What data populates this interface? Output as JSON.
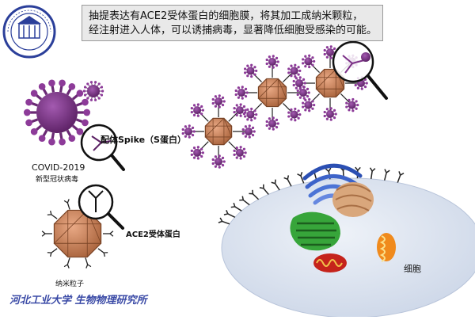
{
  "headline": {
    "line1": "抽提表达有ACE2受体蛋白的细胞膜，将其加工成纳米颗粒，",
    "line2": "经注射进入人体，可以诱捕病毒，显著降低细胞受感染的可能。"
  },
  "labels": {
    "spike": "配体Spike（S蛋白）",
    "covid_en": "COVID-2019",
    "covid_cn": "新型冠状病毒",
    "ace2": "ACE2受体蛋白",
    "nanoparticle": "纳米粒子",
    "cell": "细胞",
    "footer": "河北工业大学 生物物理研究所"
  },
  "colors": {
    "virus": "#7b2f86",
    "nano": "#c9835a",
    "cell": "#dbe3f0",
    "footer": "#3a4aa6"
  },
  "icons": [
    "university-seal-logo",
    "covid-virus",
    "nanoparticle",
    "magnifier",
    "cell",
    "organelle"
  ]
}
